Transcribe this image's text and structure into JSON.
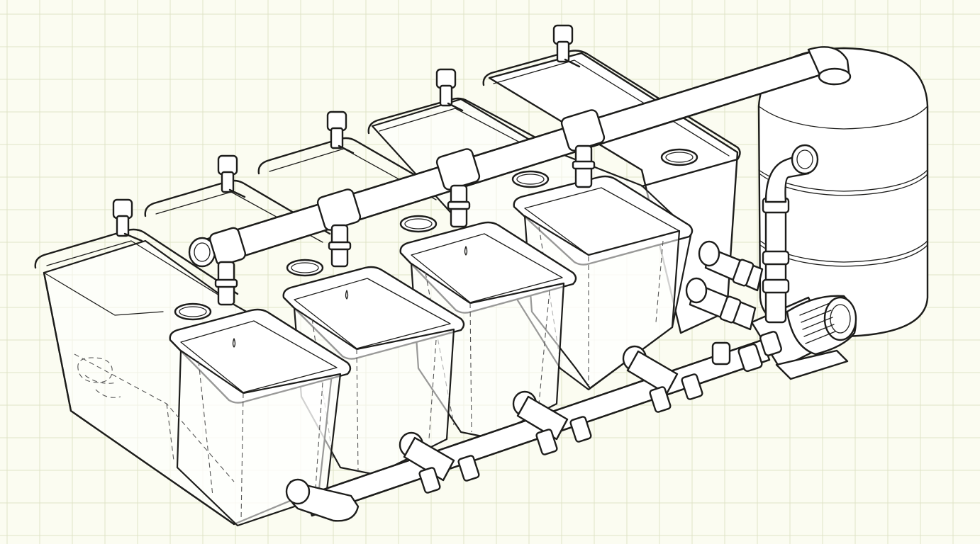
{
  "diagram": {
    "background_color": "#fbfcf1",
    "grid_color": "#dfe3c6",
    "line_color": "#1d1d1b",
    "components": {
      "tanks": 5,
      "reservoir": "reservoir-tank",
      "pump": "electric-pump",
      "supply_pipe": "overhead-supply-manifold",
      "return_pipe": "bottom-return-manifold",
      "drippers": 5,
      "float_valves": 5
    }
  }
}
